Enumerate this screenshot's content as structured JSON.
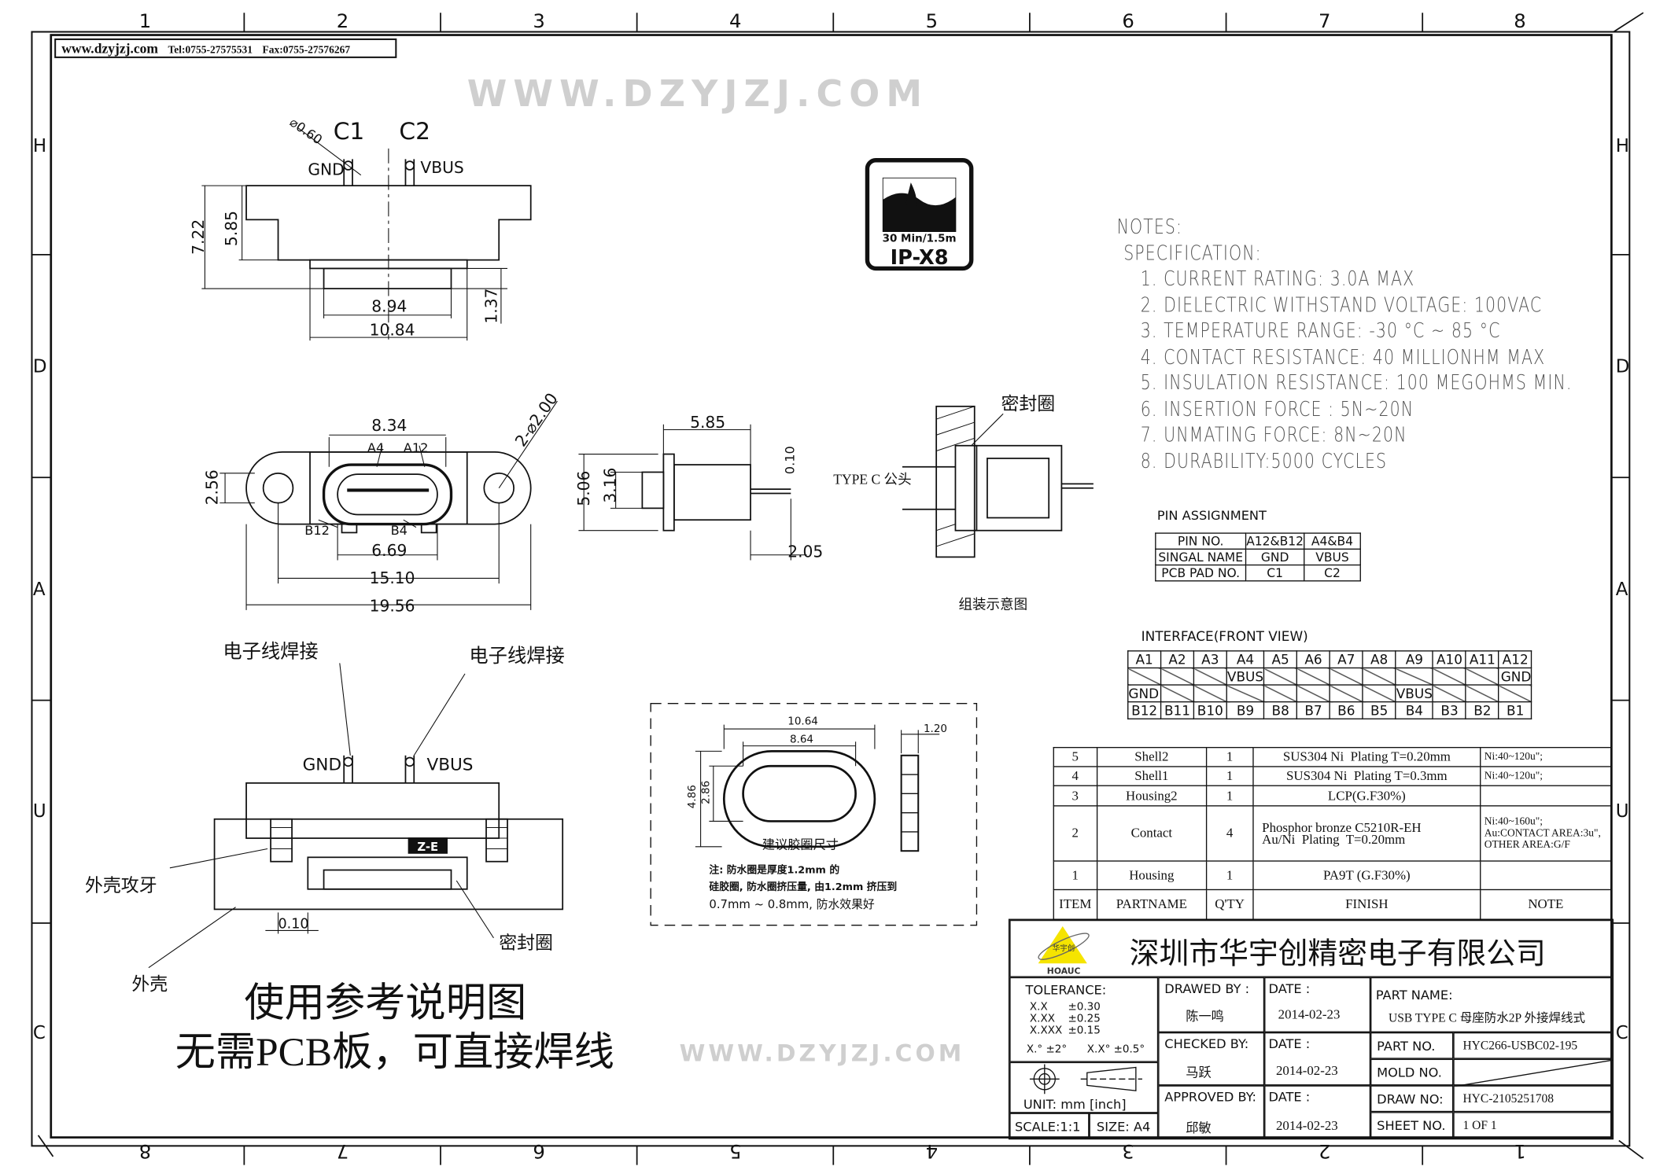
{
  "header": {
    "website": "www.dzyjzj.com",
    "tel": "Tel:0755-27575531",
    "fax": "Fax:0755-27576267"
  },
  "frame": {
    "columns_top": [
      "1",
      "2",
      "3",
      "4",
      "5",
      "6",
      "7",
      "8"
    ],
    "columns_bottom": [
      "8",
      "7",
      "6",
      "5",
      "4",
      "3",
      "2",
      "1"
    ],
    "rows": [
      "H",
      "D",
      "A",
      "U",
      "C"
    ]
  },
  "watermark": "WWW.DZYJZJ.COM",
  "badge": {
    "rating_line": "30 Min/1.5m",
    "rating": "IP-X8"
  },
  "top_view": {
    "c1": "C1",
    "c2": "C2",
    "gnd": "GND",
    "vbus": "VBUS",
    "pin_dia": "⌀0.60",
    "dim_height": "7.22",
    "dim_body": "5.85",
    "dim_inner_width": "8.94",
    "dim_outer_width": "10.84",
    "dim_step": "1.37"
  },
  "front_view": {
    "dim_width": "8.34",
    "a4": "A4",
    "a12": "A12",
    "holes": "2-⌀2.00",
    "dim_height": "2.56",
    "b12": "B12",
    "b4": "B4",
    "dim_port": "6.69",
    "dim_hole_pitch": "15.10",
    "dim_total": "19.56"
  },
  "side_view": {
    "dim_length": "5.85",
    "dim_wire": "0.10",
    "dim_h1": "5.06",
    "dim_h2": "3.16",
    "dim_pin": "2.05"
  },
  "assembly": {
    "plug_label": "TYPE C 公头",
    "seal_label": "密封圈",
    "caption": "组装示意图"
  },
  "usage_view": {
    "weld_left": "电子线焊接",
    "weld_right": "电子线焊接",
    "gnd": "GND",
    "vbus": "VBUS",
    "thread": "外壳攻牙",
    "gap": "0.10",
    "shell": "外壳",
    "seal": "密封圈",
    "mark": "Z-E",
    "title_line1": "使用参考说明图",
    "title_line2": "无需PCB板，可直接焊线"
  },
  "gasket": {
    "dim_outer_w": "10.64",
    "dim_inner_w": "8.64",
    "dim_thickness": "1.20",
    "dim_outer_h": "4.86",
    "dim_inner_h": "2.86",
    "caption": "建议胶圈尺寸",
    "note_line1": "注: 防水圈是厚度1.2mm 的",
    "note_line2": "硅胶圈, 防水圈挤压量, 由1.2mm 挤压到",
    "note_line3": "0.7mm  ~  0.8mm, 防水效果好"
  },
  "notes": {
    "title": "NOTES:",
    "subtitle": "SPECIFICATION:",
    "items": [
      "1. CURRENT RATING: 3.0A MAX",
      "2. DIELECTRIC WITHSTAND VOLTAGE: 100VAC",
      "3. TEMPERATURE RANGE: -30 °C ~ 85 °C",
      "4. CONTACT RESISTANCE: 40 MILLIONHM MAX",
      "5. INSULATION RESISTANCE: 100 MEGOHMS MIN.",
      "6.  INSERTION  FORCE  :  5N~20N",
      "7.  UNMATING  FORCE:  8N~20N",
      "8.  DURABILITY:5000  CYCLES"
    ]
  },
  "pin_assignment": {
    "title": "PIN ASSIGNMENT",
    "rows": [
      [
        "PIN NO.",
        "A12&B12",
        "A4&B4"
      ],
      [
        "SINGAL NAME",
        "GND",
        "VBUS"
      ],
      [
        "PCB PAD NO.",
        "C1",
        "C2"
      ]
    ]
  },
  "interface": {
    "title": "INTERFACE(FRONT VIEW)",
    "top_pins": [
      "A1",
      "A2",
      "A3",
      "A4",
      "A5",
      "A6",
      "A7",
      "A8",
      "A9",
      "A10",
      "A11",
      "A12"
    ],
    "top_signals": [
      "",
      "",
      "",
      "VBUS",
      "",
      "",
      "",
      "",
      "",
      "",
      "",
      "GND"
    ],
    "bottom_signals": [
      "GND",
      "",
      "",
      "",
      "",
      "",
      "",
      "",
      "VBUS",
      "",
      "",
      ""
    ],
    "bottom_pins": [
      "B12",
      "B11",
      "B10",
      "B9",
      "B8",
      "B7",
      "B6",
      "B5",
      "B4",
      "B3",
      "B2",
      "B1"
    ]
  },
  "bom": {
    "headers": [
      "ITEM",
      "PARTNAME",
      "Q'TY",
      "FINISH",
      "NOTE"
    ],
    "rows": [
      [
        "5",
        "Shell2",
        "1",
        "SUS304 Ni  Plating T=0.20mm",
        "Ni:40~120u\";"
      ],
      [
        "4",
        "Shell1",
        "1",
        "SUS304 Ni  Plating T=0.3mm",
        "Ni:40~120u\";"
      ],
      [
        "3",
        "Housing2",
        "1",
        "LCP(G.F30%)",
        ""
      ],
      [
        "2",
        "Contact",
        "4",
        "Phosphor bronze C5210R-EH\nAu/Ni  Plating  T=0.20mm",
        "Ni:40~160u\";\nAu:CONTACT AREA:3u\",\nOTHER AREA:G/F"
      ],
      [
        "1",
        "Housing",
        "1",
        "PA9T (G.F30%)",
        ""
      ]
    ]
  },
  "title_block": {
    "logo_text": "HOAUC",
    "logo_cn": "华宇创",
    "company": "深圳市华宇创精密电子有限公司",
    "tolerance_label": "TOLERANCE:",
    "tolerances": [
      [
        "X.X",
        "±0.30"
      ],
      [
        "X.XX",
        "±0.25"
      ],
      [
        "X.XXX",
        "±0.15"
      ]
    ],
    "angle_tol_1": "X.° ±2°",
    "angle_tol_2": "X.X° ±0.5°",
    "unit": "UNIT:  mm  [inch]",
    "scale": "SCALE:1:1",
    "size": "SIZE:  A4",
    "drawn_by_label": "DRAWED BY :",
    "drawn_by": "陈一鸣",
    "checked_by_label": "CHECKED BY:",
    "checked_by": "马跃",
    "approved_by_label": "APPROVED BY:",
    "approved_by": "邱敏",
    "date_label": "DATE :",
    "drawn_date": "2014-02-23",
    "checked_date": "2014-02-23",
    "approved_date": "2014-02-23",
    "part_name_label": "PART NAME:",
    "part_name": "USB TYPE C 母座防水2P 外接焊线式",
    "part_no_label": "PART NO.",
    "part_no": "HYC266-USBC02-195",
    "mold_no_label": "MOLD NO.",
    "draw_no_label": "DRAW NO:",
    "draw_no": "HYC-2105251708",
    "sheet_no_label": "SHEET NO.",
    "sheet_no": "1 OF 1"
  }
}
